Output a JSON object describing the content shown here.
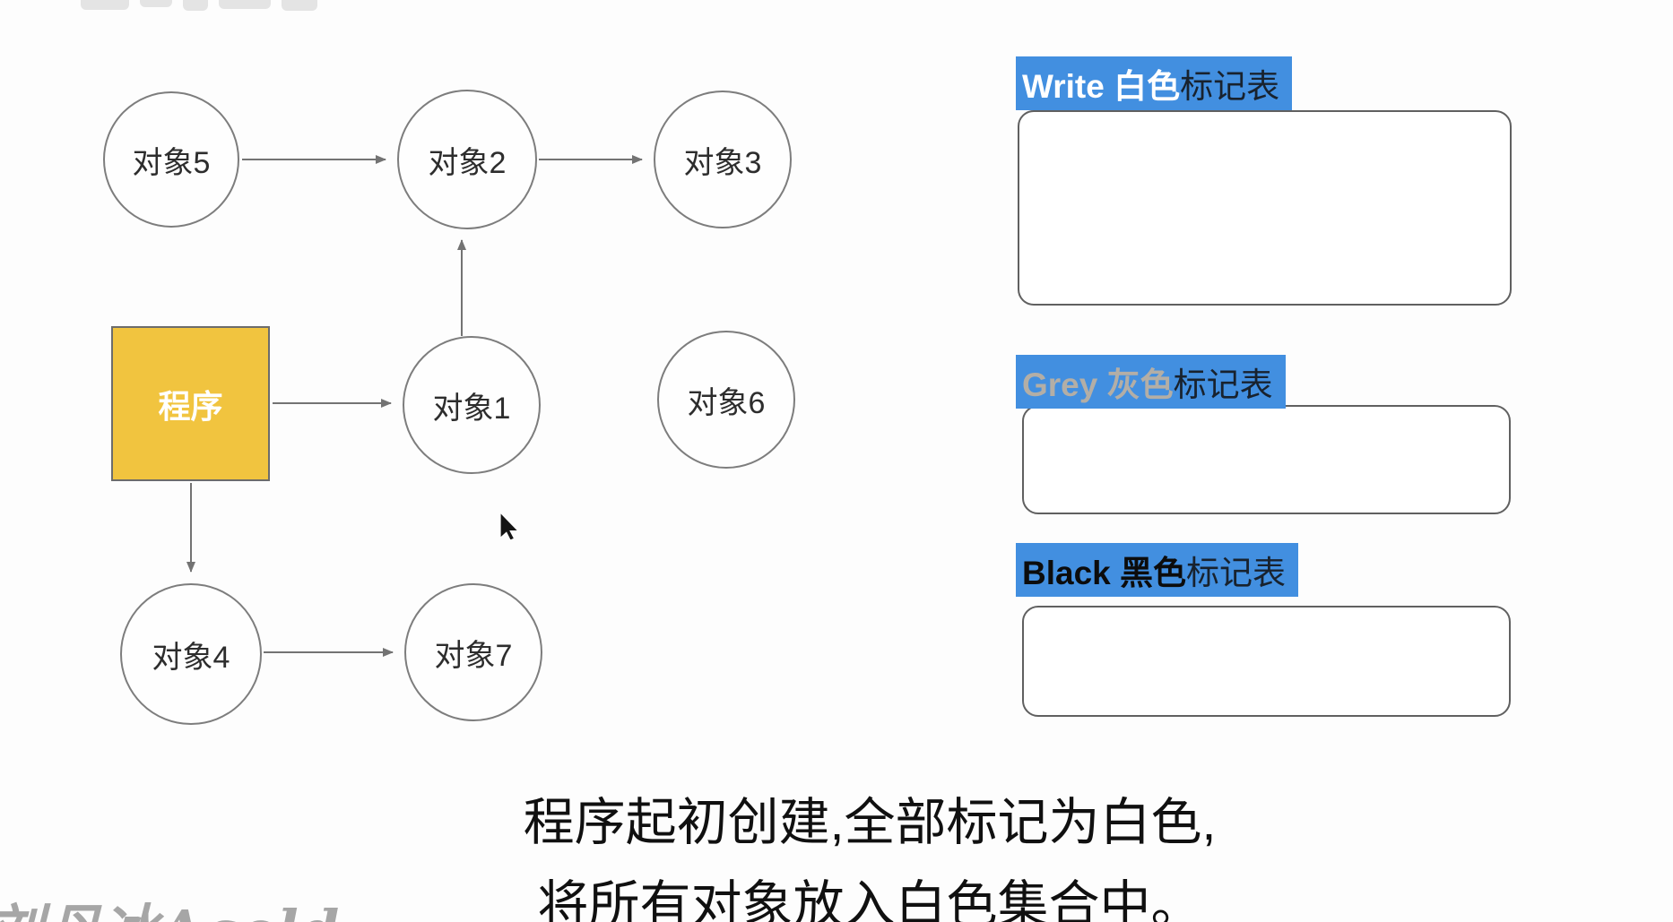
{
  "diagram": {
    "program": {
      "label": "程序"
    },
    "nodes": [
      {
        "id": "obj5",
        "label": "对象5"
      },
      {
        "id": "obj2",
        "label": "对象2"
      },
      {
        "id": "obj3",
        "label": "对象3"
      },
      {
        "id": "obj1",
        "label": "对象1"
      },
      {
        "id": "obj6",
        "label": "对象6"
      },
      {
        "id": "obj4",
        "label": "对象4"
      },
      {
        "id": "obj7",
        "label": "对象7"
      }
    ],
    "edges": [
      {
        "from": "对象5",
        "to": "对象2"
      },
      {
        "from": "对象2",
        "to": "对象3"
      },
      {
        "from": "对象1",
        "to": "对象2"
      },
      {
        "from": "程序",
        "to": "对象1"
      },
      {
        "from": "程序",
        "to": "对象4"
      },
      {
        "from": "对象4",
        "to": "对象7"
      }
    ]
  },
  "panels": [
    {
      "id": "white-table",
      "prefix": "Write 白色",
      "suffix": "标记表",
      "prefix_color": "#ffffff"
    },
    {
      "id": "grey-table",
      "prefix": "Grey 灰色",
      "suffix": "标记表",
      "prefix_color": "#b3aea6"
    },
    {
      "id": "black-table",
      "prefix": "Black 黑色",
      "suffix": "标记表",
      "prefix_color": "#0c0c0c"
    }
  ],
  "caption": {
    "line1": "程序起初创建,全部标记为白色,",
    "line2": "将所有对象放入白色集合中。"
  },
  "watermark": {
    "text": "刘丹冰Aceld"
  },
  "colors": {
    "accent_blue": "#428fe0",
    "program_yellow": "#f1c43f",
    "edge_grey": "#737373",
    "box_border_grey": "#606060"
  }
}
